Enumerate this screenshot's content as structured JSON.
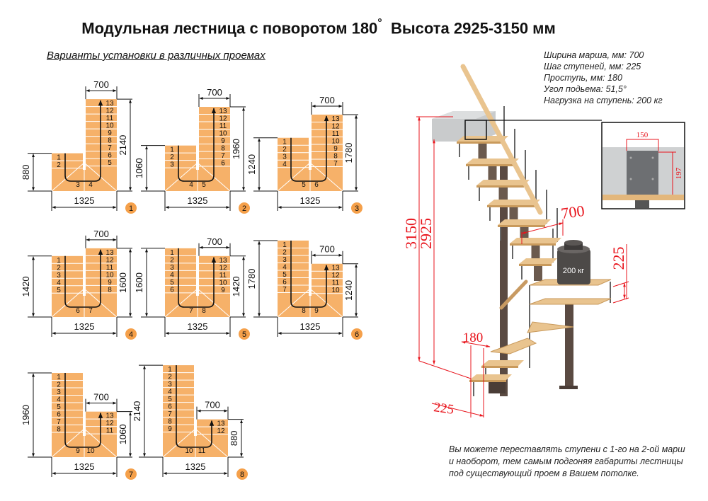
{
  "title": {
    "main": "Модульная лестница с поворотом 180",
    "degree": "°",
    "height": "Высота 2925-3150 мм"
  },
  "subtitle": "Варианты установки в различных проемах",
  "specs": [
    "Ширина марша, мм: 700",
    "Шаг ступеней, мм: 225",
    "Проступь, мм: 180",
    "Угол подьема: 51,5°",
    "Нагрузка на ступень: 200 кг"
  ],
  "layout_common": {
    "total_steps": 13,
    "width": "1325",
    "flight_width": "700"
  },
  "layouts": [
    {
      "number": "1",
      "left_steps": 2,
      "left_height": "880",
      "right_height": "2140"
    },
    {
      "number": "2",
      "left_steps": 3,
      "left_height": "1060",
      "right_height": "1960"
    },
    {
      "number": "3",
      "left_steps": 4,
      "left_height": "1240",
      "right_height": "1780"
    },
    {
      "number": "4",
      "left_steps": 5,
      "left_height": "1420",
      "right_height": "1600"
    },
    {
      "number": "5",
      "left_steps": 6,
      "left_height": "1600",
      "right_height": "1420"
    },
    {
      "number": "6",
      "left_steps": 7,
      "left_height": "1780",
      "right_height": "1240"
    },
    {
      "number": "7",
      "left_steps": 8,
      "left_height": "1960",
      "right_height": "1060"
    },
    {
      "number": "8",
      "left_steps": 9,
      "left_height": "2140",
      "right_height": "880"
    }
  ],
  "stair": {
    "height_max": "3150",
    "height_min": "2925",
    "march_width": "700",
    "step_rise": "225",
    "tread": "180",
    "step_pitch": "225",
    "weight_label": "200 кг",
    "inset_width": "150",
    "inset_height": "197"
  },
  "note": [
    "Вы можете переставлять ступени с 1-го на 2-ой марш",
    "и наоборот, тем самым подгоняя габариты лестницы",
    "под существующий проем в Вашем потолке."
  ],
  "colors": {
    "step": "#f6b169",
    "badge": "#f5a04a",
    "dim_red": "#e8141c",
    "wood": "#e9c48f",
    "metal": "#5a4a42"
  }
}
